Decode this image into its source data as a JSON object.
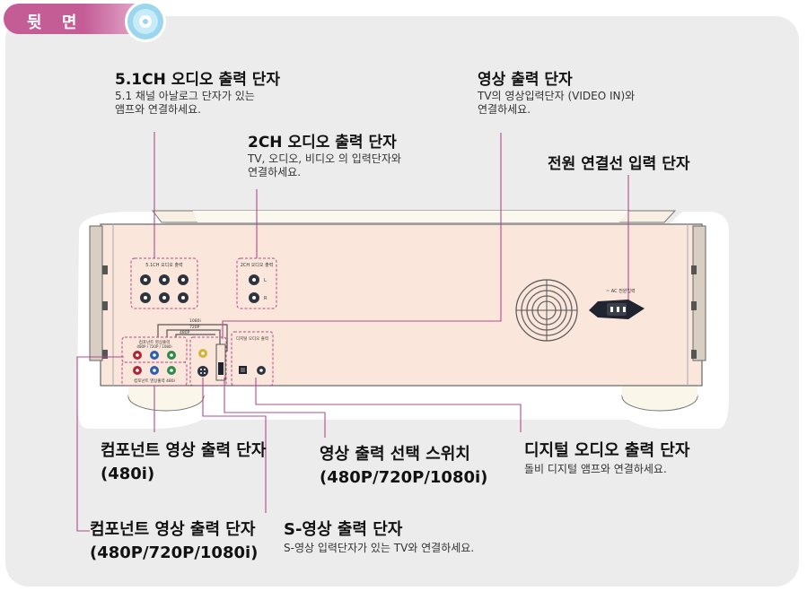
{
  "header": {
    "title": "뒷 면"
  },
  "labels": {
    "ch51": {
      "title": "5.1CH 오디오 출력 단자",
      "desc_line1": "5.1 채널 아날로그 단자가 있는",
      "desc_line2": "앰프와 연결하세요."
    },
    "ch2": {
      "title": "2CH 오디오 출력 단자",
      "desc_line1": "TV, 오디오, 비디오 의 입력단자와",
      "desc_line2": "연결하세요."
    },
    "video_out": {
      "title": "영상 출력 단자",
      "desc_line1": "TV의 영상입력단자 (VIDEO IN)와",
      "desc_line2": "연결하세요."
    },
    "power": {
      "title": "전원 연결선 입력 단자"
    },
    "component_480i": {
      "title": "컴포넌트 영상 출력 단자",
      "sub": "(480i)"
    },
    "video_switch": {
      "title": "영상 출력 선택 스위치",
      "sub": "(480P/720P/1080i)"
    },
    "digital_audio": {
      "title": "디지털 오디오 출력 단자",
      "desc": "돌비 디지털 앰프와 연결하세요."
    },
    "component_prog": {
      "title": "컴포넌트 영상 출력 단자",
      "sub": "(480P/720P/1080i)"
    },
    "svideo": {
      "title": "S-영상 출력 단자",
      "desc": "S-영상 입력단자가 있는 TV와 연결하세요."
    }
  },
  "device": {
    "ac_label": "~ AC 전원입력",
    "ch51_box_label": "5.1CH 오디오 출력",
    "ch2_box_label": "2CH 오디오 출력",
    "digital_box_label": "디지털 오디오 출력",
    "comp_top_label": "컴포넌트 영상출력",
    "comp_top_sub": "480P / 720P / 1080i",
    "comp_bot_label": "컴포넌트 영상출력 480i",
    "switch_1080i": "1080i",
    "switch_720p": "720P",
    "switch_480p": "480P"
  },
  "colors": {
    "accent": "#c45c96",
    "callout": "#b04c8c",
    "device_body": "#fbe6dc",
    "panel_bg": "#ececec"
  }
}
